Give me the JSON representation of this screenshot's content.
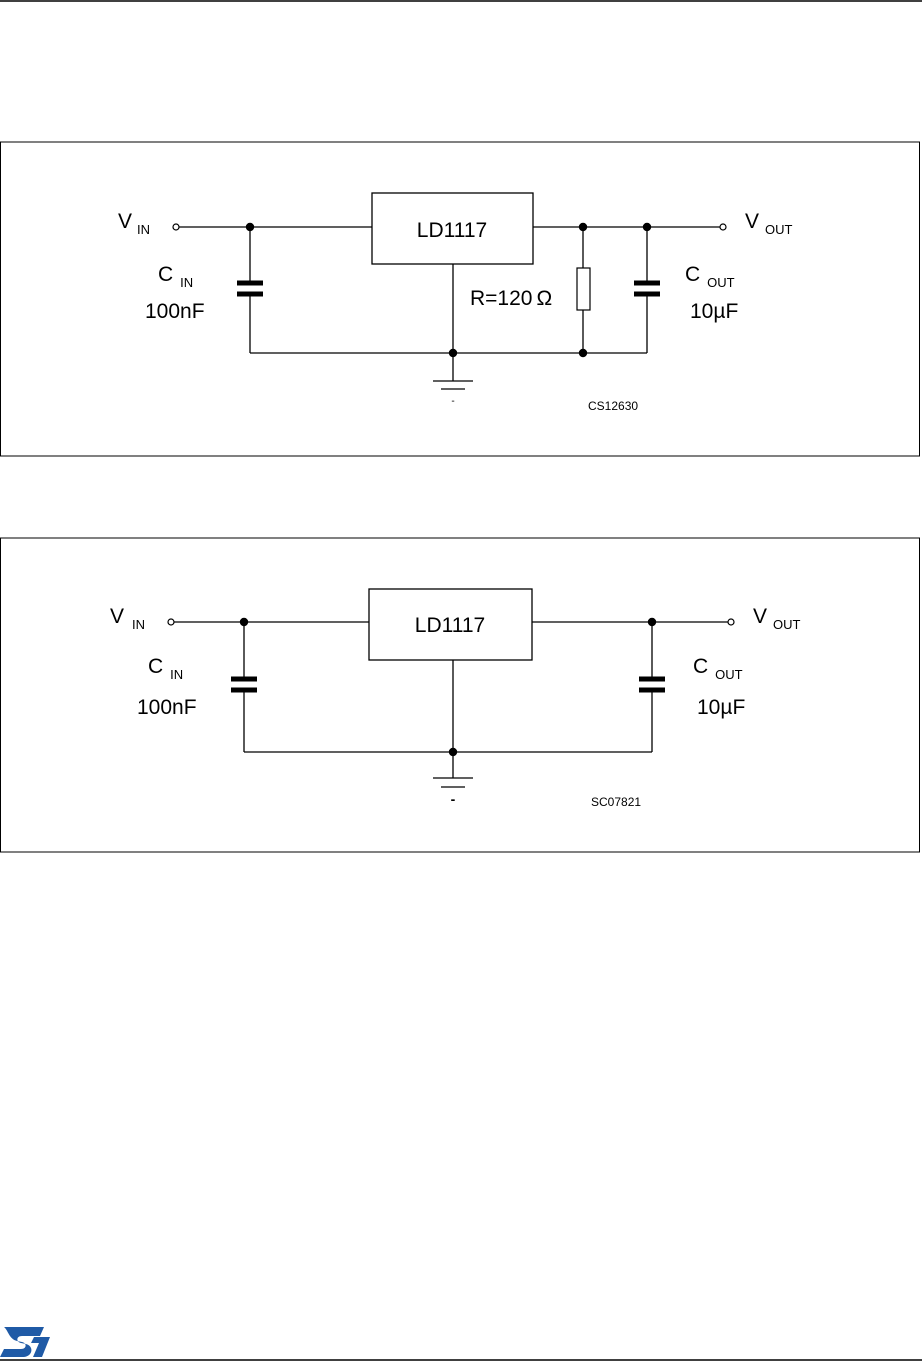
{
  "header": {
    "rule": true
  },
  "figures": [
    {
      "id": "fig1",
      "chip_label": "LD1117",
      "vin": {
        "main": "V",
        "sub": "IN"
      },
      "vout": {
        "main": "V",
        "sub": "OUT"
      },
      "cin": {
        "main": "C",
        "sub": "IN",
        "value": "100nF"
      },
      "cout": {
        "main": "C",
        "sub": "OUT",
        "value": "10µF"
      },
      "resistor": {
        "label": "R=120",
        "unit": "Ω"
      },
      "ground_mark": "-",
      "code": "CS12630"
    },
    {
      "id": "fig2",
      "chip_label": "LD1117",
      "vin": {
        "main": "V",
        "sub": "IN"
      },
      "vout": {
        "main": "V",
        "sub": "OUT"
      },
      "cin": {
        "main": "C",
        "sub": "IN",
        "value": "100nF"
      },
      "cout": {
        "main": "C",
        "sub": "OUT",
        "value": "10µF"
      },
      "ground_mark": "-",
      "code": "SC07821"
    }
  ],
  "footer": {
    "logo": "st-logo-icon",
    "logo_color": "#1f5aa6"
  }
}
